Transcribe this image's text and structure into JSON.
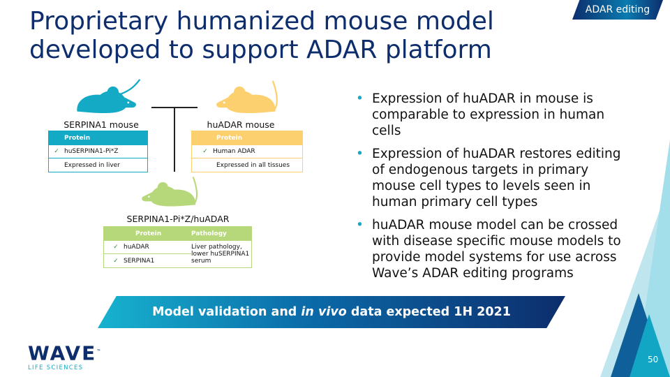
{
  "header": {
    "title_line1": "Proprietary humanized mouse model",
    "title_line2": "developed to support ADAR platform",
    "tag": "ADAR editing"
  },
  "colors": {
    "navy": "#0d2d6c",
    "teal": "#14a9c4",
    "yellow": "#fdd06f",
    "green": "#b7d87a"
  },
  "models": {
    "serpina1": {
      "label": "SERPINA1 mouse",
      "header": "Protein",
      "row1": "huSERPINA1-Pi*Z",
      "row2": "Expressed in liver"
    },
    "huadar": {
      "label": "huADAR mouse",
      "header": "Protein",
      "row1": "Human ADAR",
      "row2": "Expressed in all tissues"
    },
    "cross": {
      "label": "SERPINA1-Pi*Z/huADAR",
      "header_protein": "Protein",
      "header_pathology": "Pathology",
      "row1": "huADAR",
      "row2": "SERPINA1",
      "pathology": "Liver pathology, lower huSERPINA1 serum"
    }
  },
  "check": "✓",
  "bullets": [
    "Expression of huADAR in mouse is comparable to expression in human cells",
    "Expression of huADAR restores editing of endogenous targets in primary mouse cell types to levels seen in human primary cell types",
    "huADAR mouse model can be crossed with disease specific mouse models to provide model systems for use across Wave’s ADAR editing programs"
  ],
  "banner": {
    "pre": "Model validation and ",
    "italic": "in vivo",
    "post": " data expected 1H 2021"
  },
  "logo": {
    "name": "WAVE",
    "tm": "™",
    "sub": "LIFE SCIENCES"
  },
  "page_number": "50"
}
